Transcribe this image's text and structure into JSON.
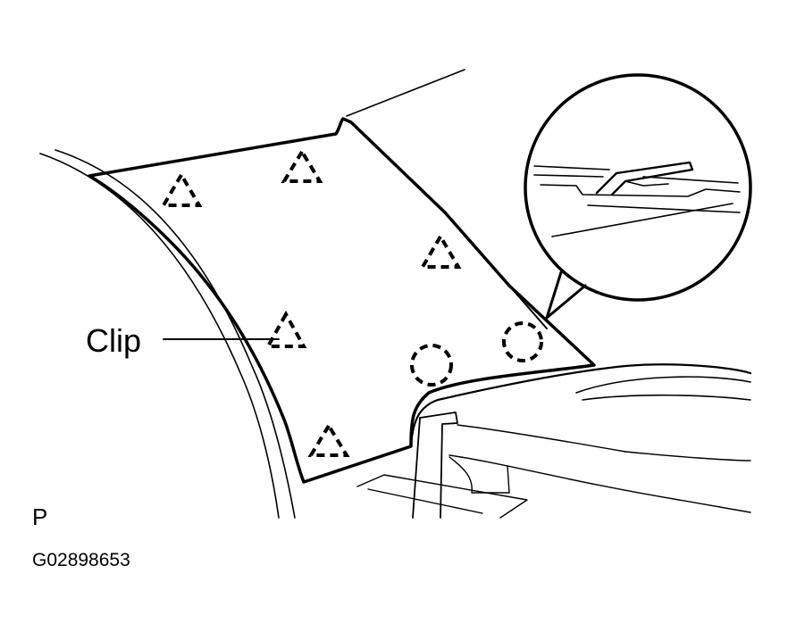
{
  "callout": {
    "clip_label": "Clip"
  },
  "view_code": "P",
  "figure_id": "G02898653",
  "markers": {
    "triangle_symbol": "dashed-triangle",
    "circle_symbol": "dashed-circle"
  }
}
